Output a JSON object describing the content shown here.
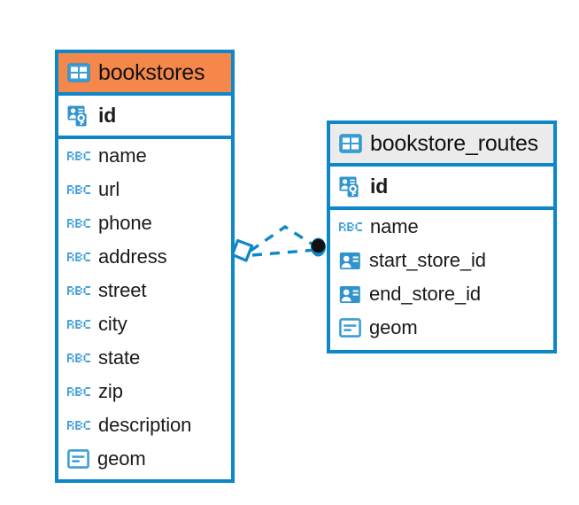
{
  "diagram": {
    "type": "entity-relationship-diagram",
    "background": "#ffffff",
    "accent_color": "#0e87c9",
    "highlight_color": "#f5874a",
    "neutral_header_color": "#ebebeb",
    "text_color": "#1a1a1a"
  },
  "tables": [
    {
      "name": "bookstores",
      "title": "bookstores",
      "header_style": "accent",
      "header_icon": "table-icon",
      "primary_key": {
        "label": "id",
        "icon": "primary-key-icon"
      },
      "fields": [
        {
          "label": "name",
          "icon": "abc-text-icon"
        },
        {
          "label": "url",
          "icon": "abc-text-icon"
        },
        {
          "label": "phone",
          "icon": "abc-text-icon"
        },
        {
          "label": "address",
          "icon": "abc-text-icon"
        },
        {
          "label": "street",
          "icon": "abc-text-icon"
        },
        {
          "label": "city",
          "icon": "abc-text-icon"
        },
        {
          "label": "state",
          "icon": "abc-text-icon"
        },
        {
          "label": "zip",
          "icon": "abc-text-icon"
        },
        {
          "label": "description",
          "icon": "abc-text-icon"
        },
        {
          "label": "geom",
          "icon": "geometry-icon"
        }
      ]
    },
    {
      "name": "bookstore_routes",
      "title": "bookstore_routes",
      "header_style": "neutral",
      "header_icon": "table-icon",
      "primary_key": {
        "label": "id",
        "icon": "primary-key-icon"
      },
      "fields": [
        {
          "label": "name",
          "icon": "abc-text-icon"
        },
        {
          "label": "start_store_id",
          "icon": "foreign-key-icon"
        },
        {
          "label": "end_store_id",
          "icon": "foreign-key-icon"
        },
        {
          "label": "geom",
          "icon": "geometry-icon"
        }
      ]
    }
  ],
  "relationship": {
    "style": "dashed",
    "color": "#0e87c9",
    "source_marker": "diamond-crowsfoot-marker",
    "target_marker": "filled-circle-marker",
    "target_marker_color": "#111111"
  }
}
